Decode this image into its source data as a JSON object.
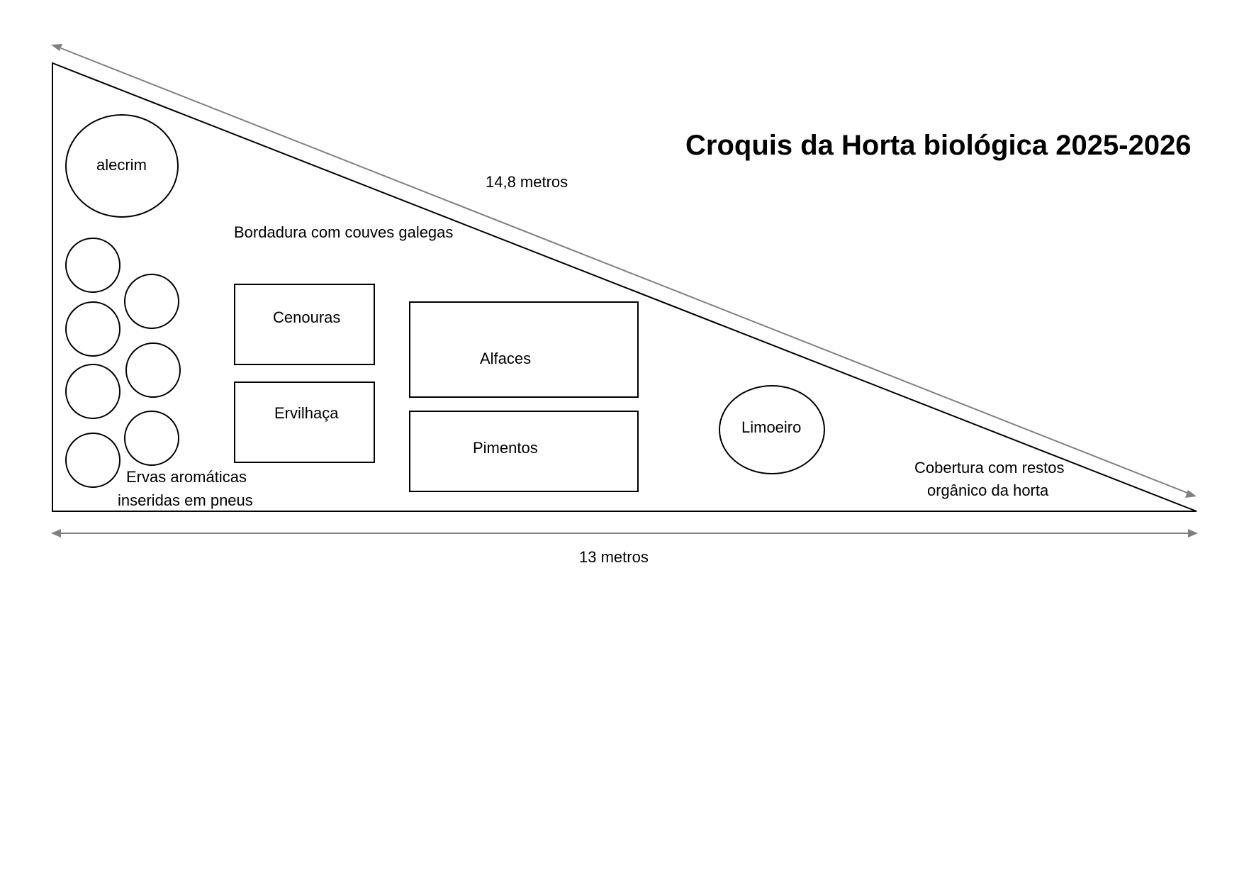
{
  "title": "Croquis da Horta biológica 2025-2026",
  "dimensions": {
    "hypotenuse": "14,8 metros",
    "base": "13 metros"
  },
  "labels": {
    "border": "Bordadura com couves galegas",
    "herbs_line1": "Ervas aromáticas",
    "herbs_line2": "inseridas em pneus",
    "mulch_line1": "Cobertura com restos",
    "mulch_line2": "orgânico da horta"
  },
  "plots": {
    "rosemary": "alecrim",
    "carrots": "Cenouras",
    "vetch": "Ervilhaça",
    "lettuce": "Alfaces",
    "peppers": "Pimentos",
    "lemon_tree": "Limoeiro"
  },
  "colors": {
    "outline": "#000000",
    "dimension_lines": "#808080"
  }
}
